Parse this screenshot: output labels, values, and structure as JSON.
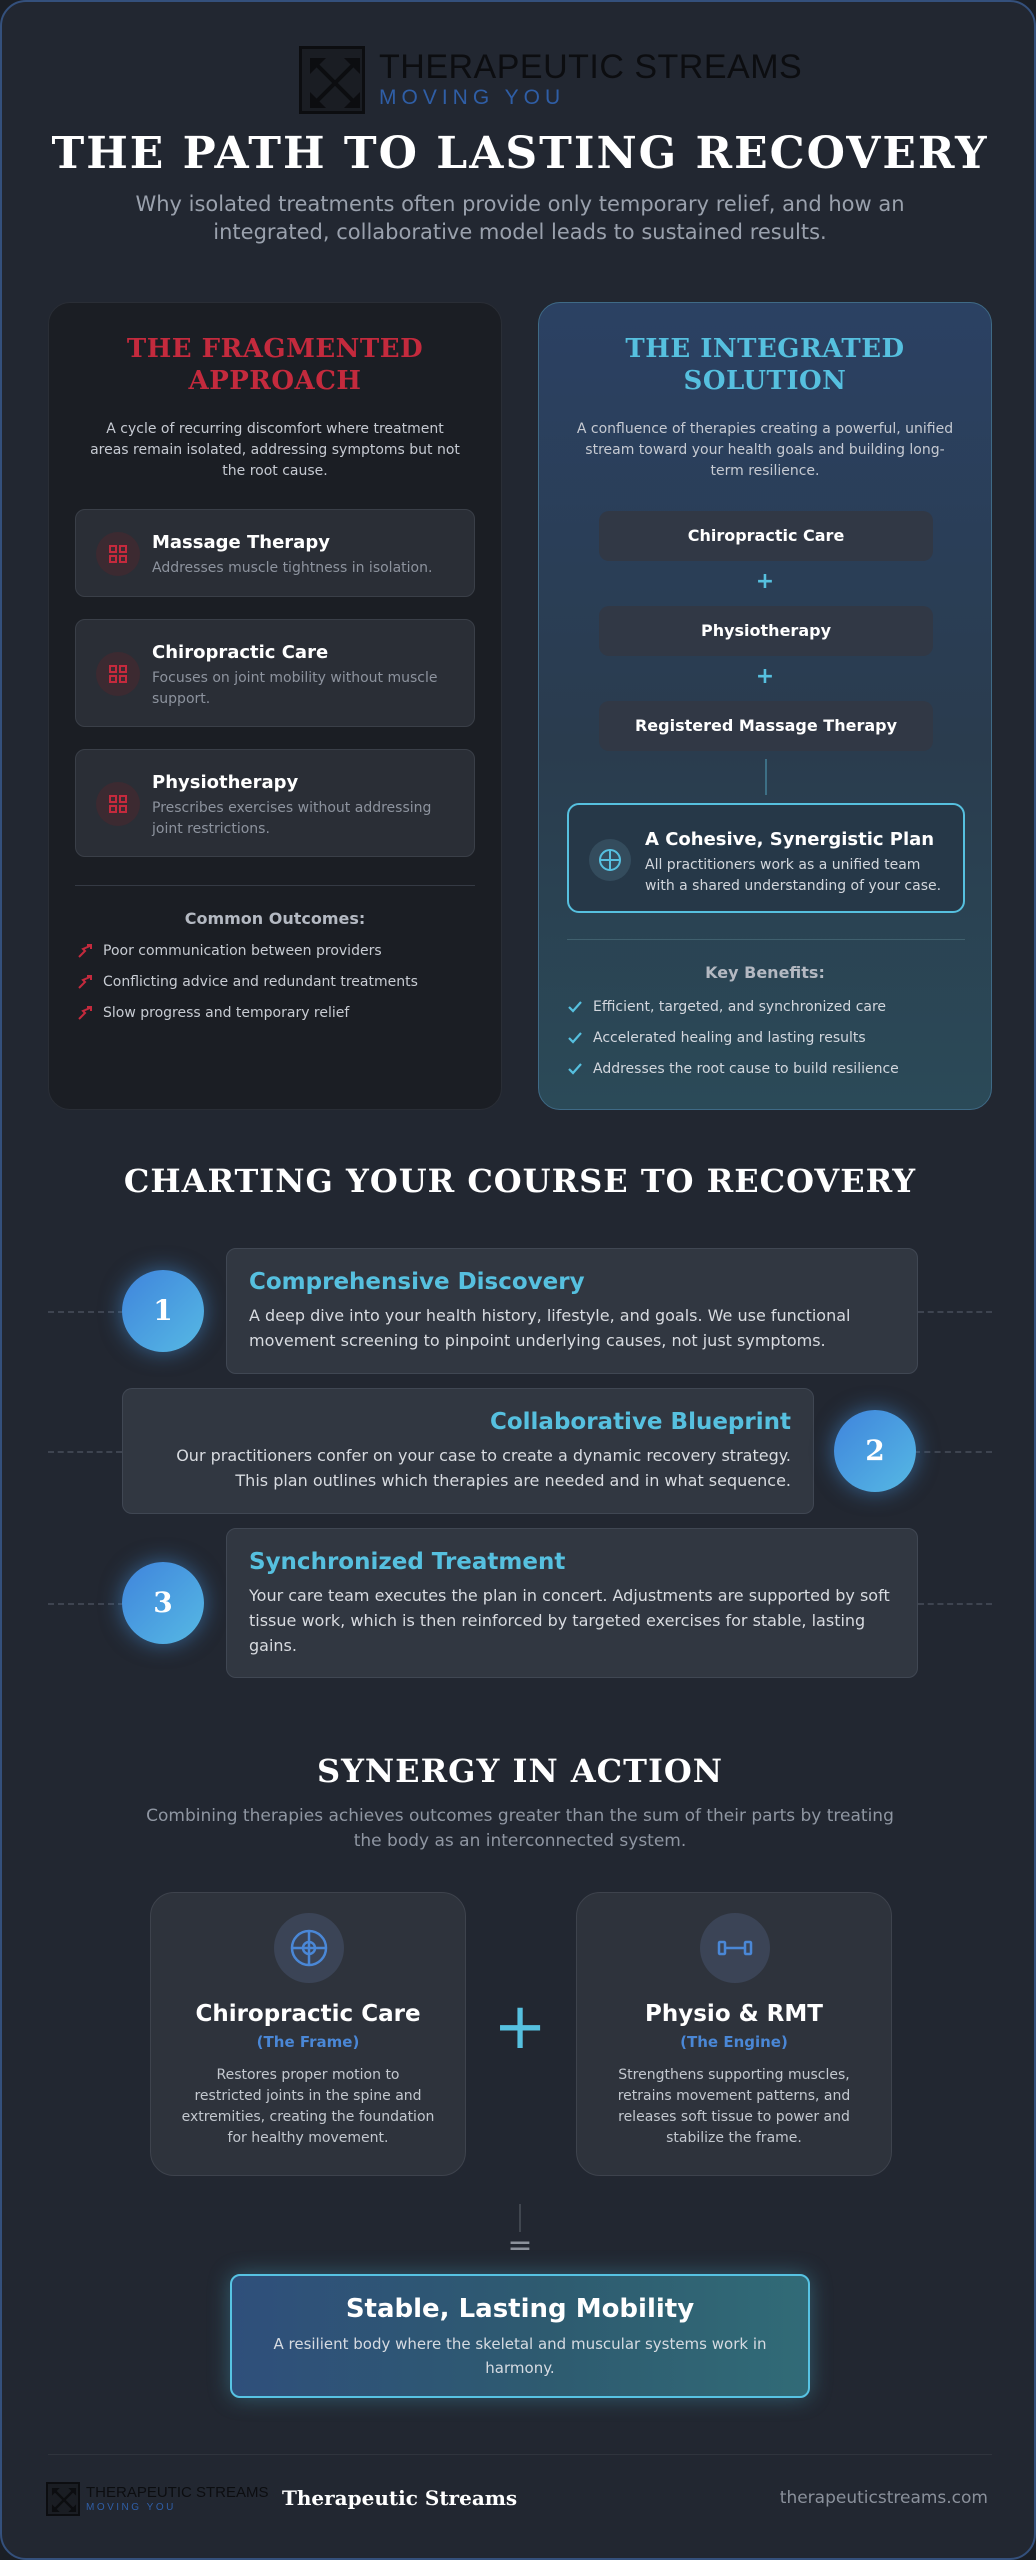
{
  "header": {
    "logo_name": "THERAPEUTIC STREAMS",
    "logo_tagline": "MOVING YOU",
    "title": "THE PATH TO LASTING RECOVERY",
    "subtitle": "Why isolated treatments often provide only temporary relief, and how an integrated, collaborative model leads to sustained results."
  },
  "fragmented": {
    "title": "THE FRAGMENTED APPROACH",
    "description": "A cycle of recurring discomfort where treatment areas remain isolated, addressing symptoms but not the root cause.",
    "cards": [
      {
        "title": "Massage Therapy",
        "desc": "Addresses muscle tightness in isolation."
      },
      {
        "title": "Chiropractic Care",
        "desc": "Focuses on joint mobility without muscle support."
      },
      {
        "title": "Physiotherapy",
        "desc": "Prescribes exercises without addressing joint restrictions."
      }
    ],
    "outcomes_title": "Common Outcomes:",
    "outcomes": [
      "Poor communication between providers",
      "Conflicting advice and redundant treatments",
      "Slow progress and temporary relief"
    ]
  },
  "integrated": {
    "title": "THE INTEGRATED SOLUTION",
    "description": "A confluence of therapies creating a powerful, unified stream toward your health goals and building long-term resilience.",
    "therapies": [
      "Chiropractic Care",
      "Physiotherapy",
      "Registered Massage Therapy"
    ],
    "plus": "+",
    "plan_title": "A Cohesive, Synergistic Plan",
    "plan_desc": "All practitioners work as a unified team with a shared understanding of your case.",
    "benefits_title": "Key Benefits:",
    "benefits": [
      "Efficient, targeted, and synchronized care",
      "Accelerated healing and lasting results",
      "Addresses the root cause to build resilience"
    ]
  },
  "course": {
    "title": "CHARTING YOUR COURSE TO RECOVERY",
    "steps": [
      {
        "num": "1",
        "title": "Comprehensive Discovery",
        "desc": "A deep dive into your health history, lifestyle, and goals. We use functional movement screening to pinpoint underlying causes, not just symptoms."
      },
      {
        "num": "2",
        "title": "Collaborative Blueprint",
        "desc": "Our practitioners confer on your case to create a dynamic recovery strategy. This plan outlines which therapies are needed and in what sequence."
      },
      {
        "num": "3",
        "title": "Synchronized Treatment",
        "desc": "Your care team executes the plan in concert. Adjustments are supported by soft tissue work, which is then reinforced by targeted exercises for stable, lasting gains."
      }
    ]
  },
  "synergy": {
    "title": "SYNERGY IN ACTION",
    "subtitle": "Combining therapies achieves outcomes greater than the sum of their parts by treating the body as an interconnected system.",
    "cards": [
      {
        "title": "Chiropractic Care",
        "role": "(The Frame)",
        "desc": "Restores proper motion to restricted joints in the spine and extremities, creating the foundation for healthy movement.",
        "icon": "crosshair-icon"
      },
      {
        "title": "Physio & RMT",
        "role": "(The Engine)",
        "desc": "Strengthens supporting muscles, retrains movement patterns, and releases soft tissue to power and stabilize the frame.",
        "icon": "dumbbell-icon"
      }
    ],
    "plus": "+",
    "equals": "=",
    "result_title": "Stable, Lasting Mobility",
    "result_desc": "A resilient body where the skeletal and muscular systems work in harmony."
  },
  "footer": {
    "logo_name": "THERAPEUTIC STREAMS",
    "logo_tagline": "MOVING YOU",
    "brand": "Therapeutic Streams",
    "url": "therapeuticstreams.com"
  },
  "colors": {
    "background": "#222731",
    "fragmented_accent": "#c42a3d",
    "integrated_accent": "#56c0df",
    "step_blue": "#3f84dc",
    "role_blue": "#4a87d6"
  }
}
